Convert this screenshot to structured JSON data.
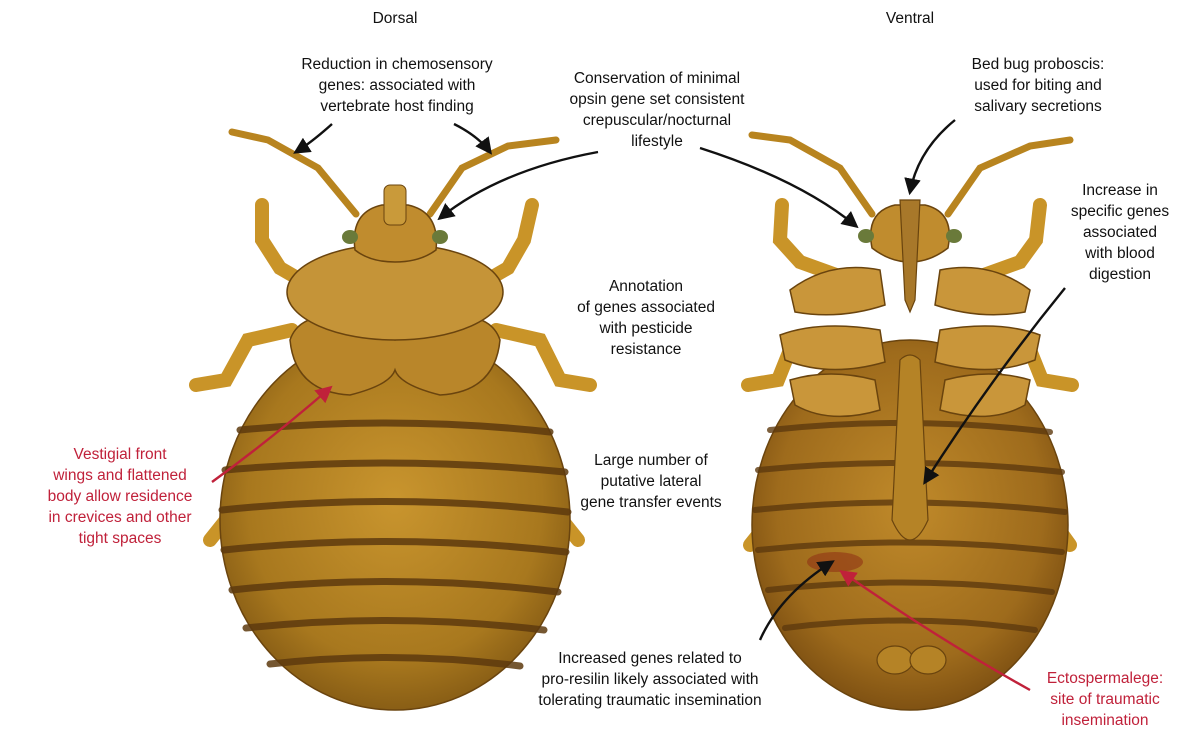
{
  "views": {
    "dorsal": "Dorsal",
    "ventral": "Ventral"
  },
  "annotations": {
    "chemosensory": "Reduction in chemosensory\ngenes: associated with\nvertebrate host finding",
    "opsin": "Conservation of minimal\nopsin gene set consistent\ncrepuscular/nocturnal\nlifestyle",
    "proboscis": "Bed bug proboscis:\nused for biting and\nsalivary secretions",
    "blood": "Increase in\nspecific genes\nassociated\nwith blood\ndigestion",
    "pesticide": "Annotation\nof genes associated\nwith pesticide\nresistance",
    "lateral": "Large number of\nputative lateral\ngene transfer events",
    "wings": "Vestigial front\nwings and flattened\nbody allow residence\nin crevices and other\ntight spaces",
    "resilin": "Increased genes related to\npro-resilin likely associated with\ntolerating traumatic insemination",
    "ectospermalege": "Ectospermalege:\nsite of traumatic\ninsemination"
  },
  "colors": {
    "body": "#a8781e",
    "body_light": "#d4a53c",
    "segment_dark": "#5e3a0e",
    "leg": "#c99428",
    "highlight_red": "#c0213a",
    "arrow": "#111111"
  }
}
